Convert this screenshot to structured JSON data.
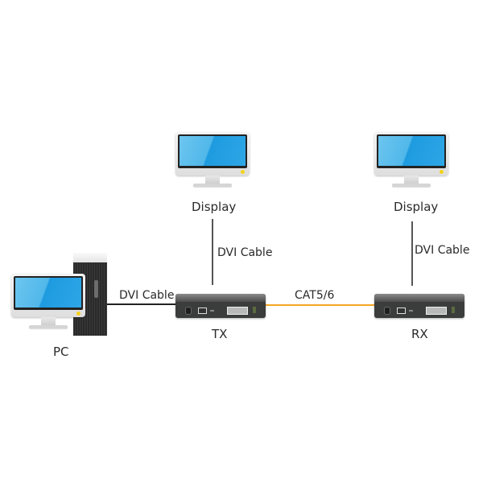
{
  "diagram": {
    "nodes": {
      "pc": {
        "label": "PC"
      },
      "display_tx": {
        "label": "Display"
      },
      "display_rx": {
        "label": "Display"
      },
      "tx": {
        "label": "TX"
      },
      "rx": {
        "label": "RX"
      }
    },
    "connections": {
      "pc_to_tx": {
        "label": "DVI Cable",
        "color": "#222222"
      },
      "tx_to_display": {
        "label": "DVI Cable",
        "color": "#555555"
      },
      "tx_to_rx": {
        "label": "CAT5/6",
        "color": "#f5a623"
      },
      "rx_to_display": {
        "label": "DVI Cable",
        "color": "#555555"
      }
    },
    "colors": {
      "screen": "#2ea6e6",
      "led": "#f4d21a",
      "device_body": "#3b3d3c"
    }
  }
}
